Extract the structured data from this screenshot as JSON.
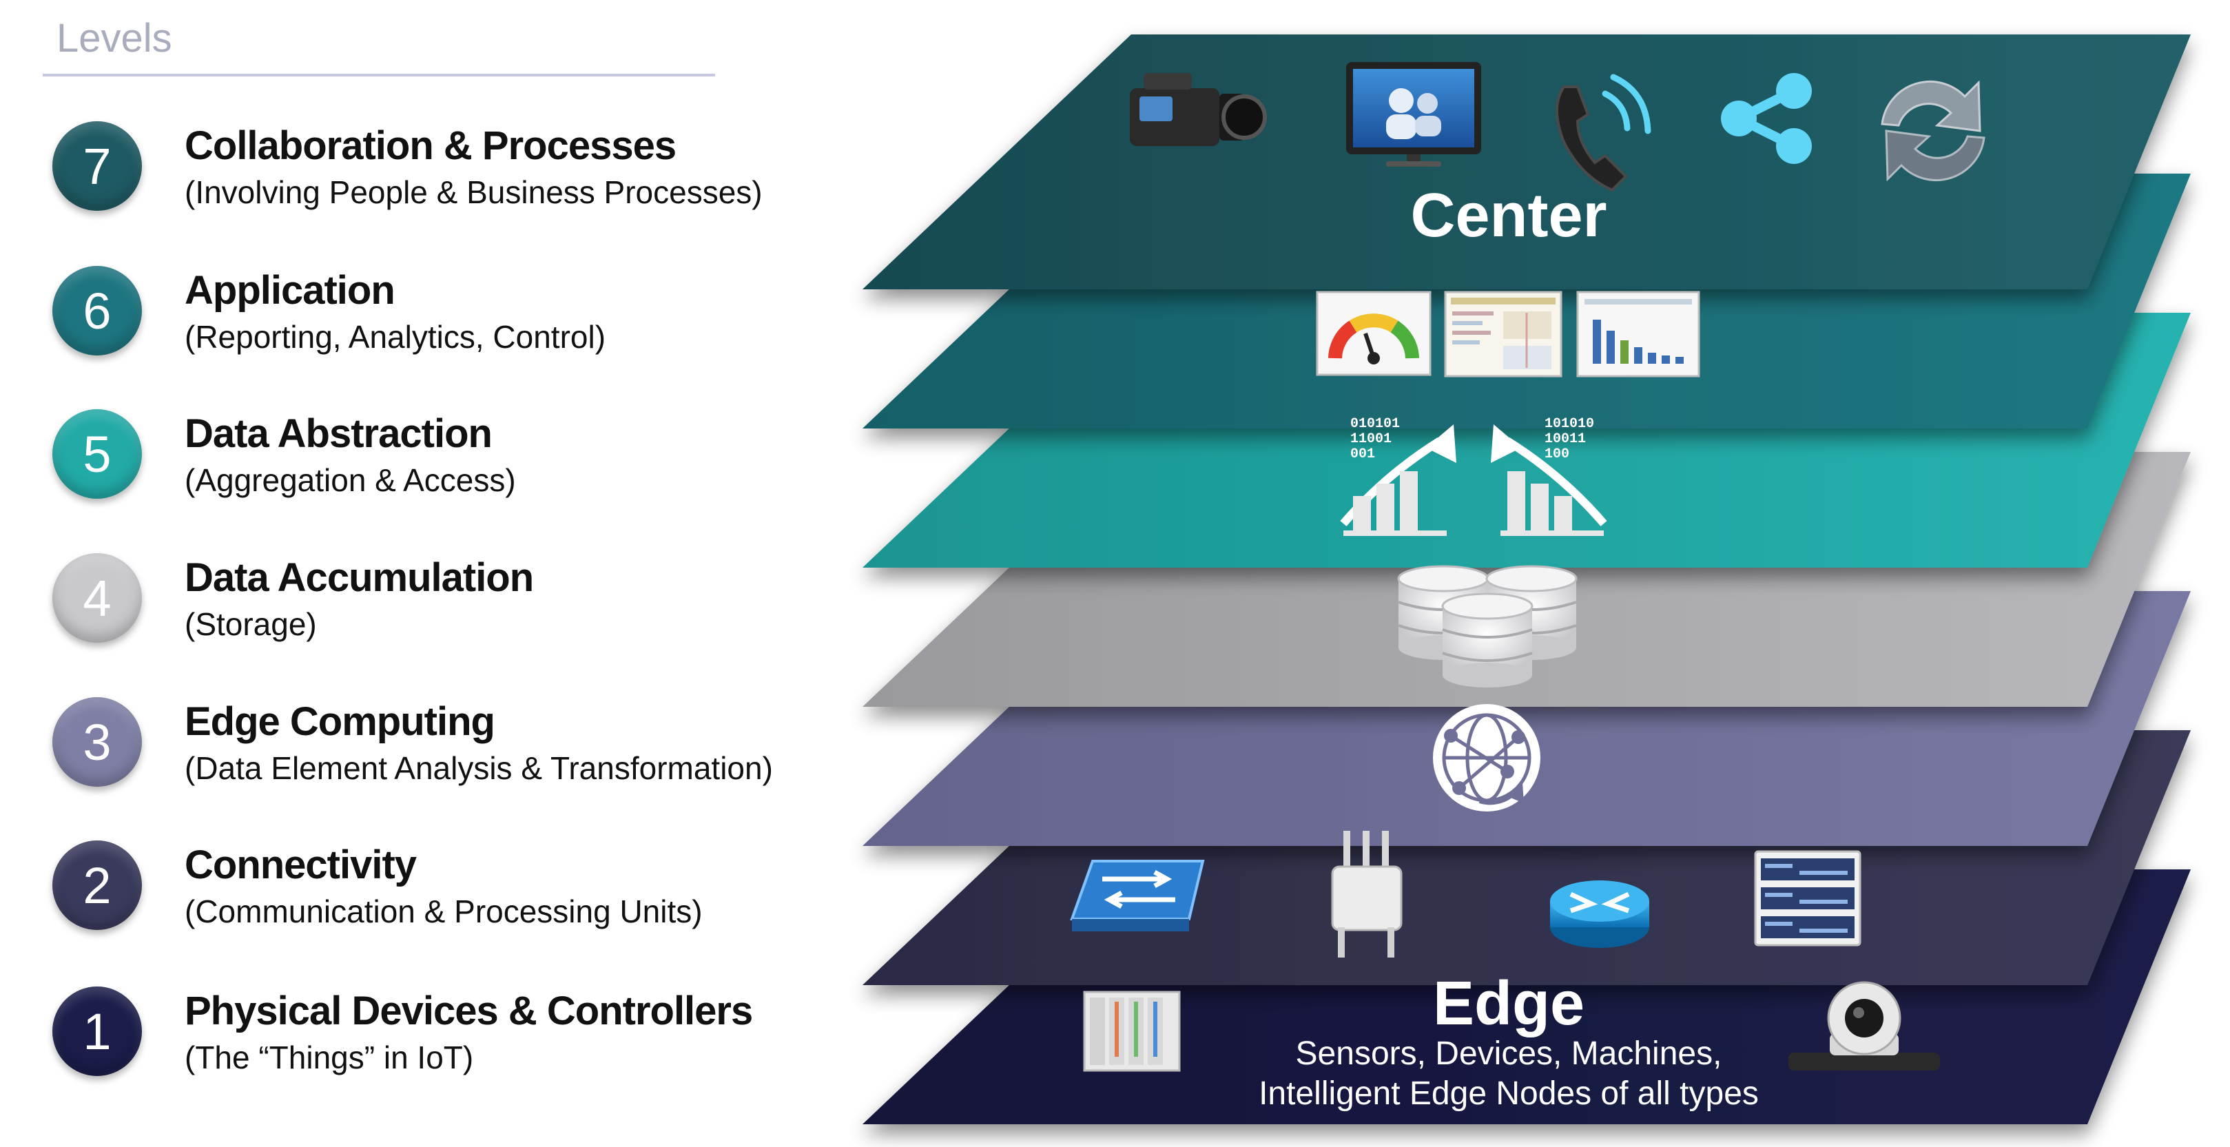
{
  "header": {
    "title": "Levels"
  },
  "levels": [
    {
      "number": "7",
      "title": "Collaboration & Processes",
      "subtitle": "(Involving People & Business Processes)",
      "color": "#1e5a63"
    },
    {
      "number": "6",
      "title": "Application",
      "subtitle": "(Reporting, Analytics, Control)",
      "color": "#1d7580"
    },
    {
      "number": "5",
      "title": "Data Abstraction",
      "subtitle": "(Aggregation & Access)",
      "color": "#22aaa7"
    },
    {
      "number": "4",
      "title": "Data Accumulation",
      "subtitle": "(Storage)",
      "color": "#c9c9cd"
    },
    {
      "number": "3",
      "title": "Edge Computing",
      "subtitle": "(Data Element Analysis & Transformation)",
      "color": "#7f7fa6"
    },
    {
      "number": "2",
      "title": "Connectivity",
      "subtitle": "(Communication & Processing Units)",
      "color": "#3a3a5d"
    },
    {
      "number": "1",
      "title": "Physical Devices & Controllers",
      "subtitle": "(The “Things” in IoT)",
      "color": "#1b1d4a"
    }
  ],
  "stack": {
    "center_label": "Center",
    "edge_label": "Edge",
    "edge_sub_line1": "Sensors, Devices, Machines,",
    "edge_sub_line2": "Intelligent Edge Nodes of all types",
    "layer_colors": {
      "layer7": "#1e575e",
      "layer6": "#1d6c76",
      "layer5": "#21a19e",
      "layer4": "#a6a6aa",
      "layer3": "#6f6f98",
      "layer2": "#33334e",
      "layer1": "#18193f"
    },
    "icons": {
      "layer7": [
        "video-camera-icon",
        "video-conference-monitor-icon",
        "phone-icon",
        "share-icon",
        "sync-arrows-icon"
      ],
      "layer6": [
        "gauge-dashboard-icon",
        "report-dashboard-icon",
        "bar-chart-report-icon"
      ],
      "layer5": [
        "aggregation-up-arrow-icon",
        "access-down-arrow-icon"
      ],
      "layer4": [
        "database-storage-icon"
      ],
      "layer3": [
        "globe-network-icon"
      ],
      "layer2": [
        "network-switch-icon",
        "wireless-access-point-icon",
        "router-icon",
        "server-rack-icon"
      ],
      "layer1": [
        "plc-controller-icon",
        "ptz-camera-icon"
      ]
    },
    "bits_left": [
      "010101",
      "11001",
      "001"
    ],
    "bits_right": [
      "101010",
      "10011",
      "100"
    ]
  }
}
